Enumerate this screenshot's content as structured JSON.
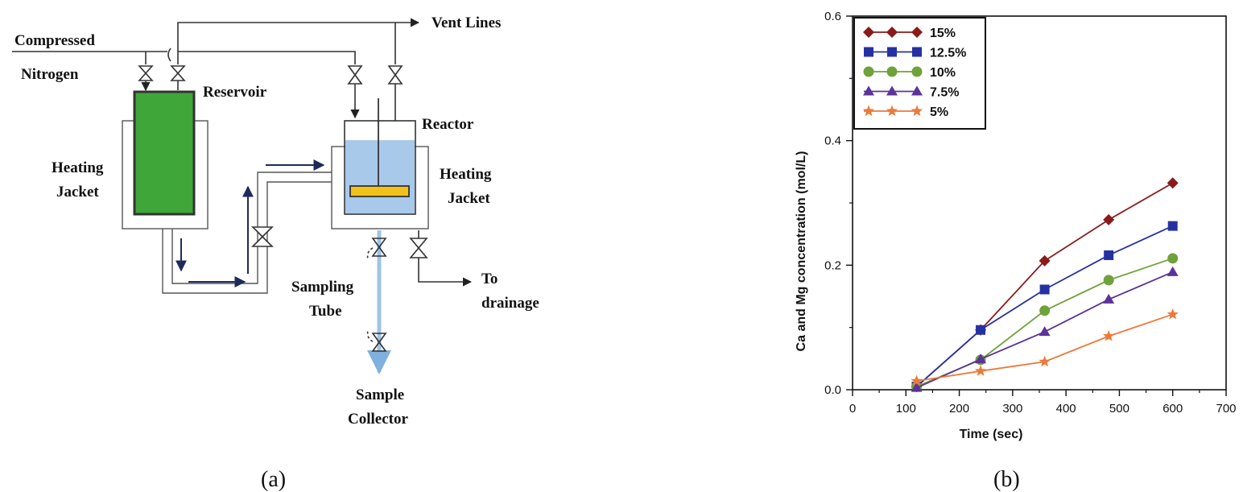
{
  "panel_a": {
    "caption": "(a)",
    "labels": {
      "compressed": "Compressed",
      "nitrogen": "Nitrogen",
      "reservoir": "Reservoir",
      "heating_jacket_left_1": "Heating",
      "heating_jacket_left_2": "Jacket",
      "vent_lines": "Vent Lines",
      "reactor": "Reactor",
      "heating_jacket_right_1": "Heating",
      "heating_jacket_right_2": "Jacket",
      "to_drainage_1": "To",
      "to_drainage_2": "drainage",
      "sampling_tube_1": "Sampling",
      "sampling_tube_2": "Tube",
      "sample_collector_1": "Sample",
      "sample_collector_2": "Collector"
    },
    "colors": {
      "reservoir_fill": "#3fa63a",
      "reactor_liquid": "#a9c9ea",
      "stirrer": "#f2c21b",
      "arrow_navy": "#1f2a5c",
      "sampling_tube": "#9ec4e6"
    }
  },
  "panel_b": {
    "caption": "(b)"
  },
  "chart_data": {
    "type": "line",
    "xlabel": "Time (sec)",
    "ylabel": "Ca and Mg concentration (mol/L)",
    "xlim": [
      0,
      700
    ],
    "ylim": [
      0,
      0.6
    ],
    "xticks": [
      "0",
      "100",
      "200",
      "300",
      "400",
      "500",
      "600",
      "700"
    ],
    "yticks": [
      "0.0",
      "0.2",
      "0.4",
      "0.6"
    ],
    "legend_position": "top-left",
    "x": [
      120,
      240,
      360,
      480,
      600
    ],
    "series": [
      {
        "name": "15%",
        "color": "#8b1a1a",
        "marker": "diamond",
        "values": [
          0.005,
          0.096,
          0.207,
          0.273,
          0.332
        ]
      },
      {
        "name": "12.5%",
        "color": "#2531a3",
        "marker": "square",
        "values": [
          0.005,
          0.096,
          0.161,
          0.216,
          0.263
        ]
      },
      {
        "name": "10%",
        "color": "#6fa23a",
        "marker": "circle",
        "values": [
          0.005,
          0.048,
          0.127,
          0.176,
          0.211
        ]
      },
      {
        "name": "7.5%",
        "color": "#5b3399",
        "marker": "triangle",
        "values": [
          0.003,
          0.049,
          0.093,
          0.145,
          0.189
        ]
      },
      {
        "name": "5%",
        "color": "#ec7a3a",
        "marker": "star",
        "values": [
          0.014,
          0.03,
          0.045,
          0.086,
          0.121
        ]
      }
    ]
  }
}
